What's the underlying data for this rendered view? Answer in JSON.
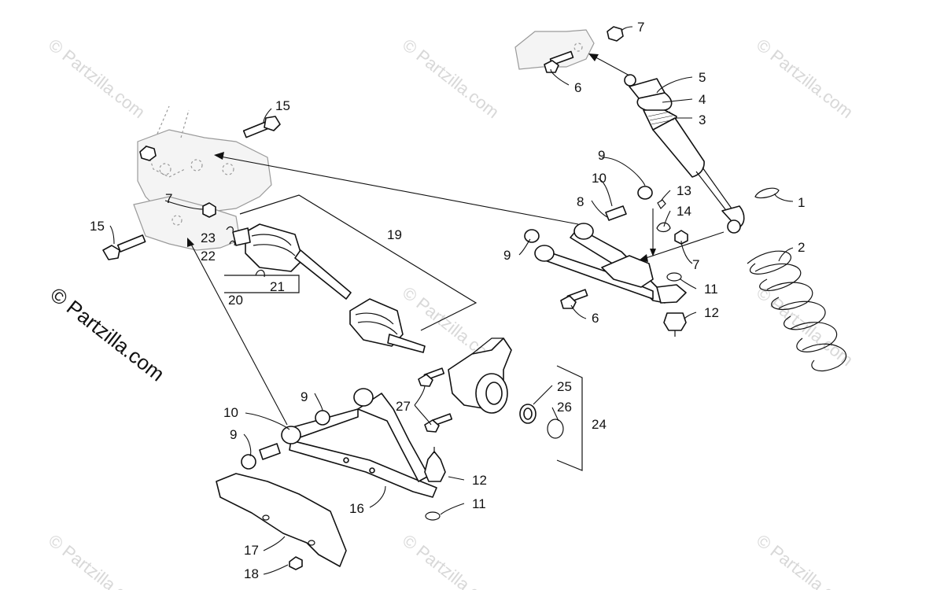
{
  "watermark": {
    "text": "© Partzilla.com"
  },
  "copyright": {
    "text": "© Partzilla.com"
  },
  "callouts": {
    "c1": "1",
    "c2": "2",
    "c3": "3",
    "c4": "4",
    "c5": "5",
    "c6a": "6",
    "c6b": "6",
    "c7a": "7",
    "c7b": "7",
    "c7c": "7",
    "c8": "8",
    "c9a": "9",
    "c9b": "9",
    "c9c": "9",
    "c9d": "9",
    "c10a": "10",
    "c10b": "10",
    "c11a": "11",
    "c11b": "11",
    "c12a": "12",
    "c12b": "12",
    "c13": "13",
    "c14": "14",
    "c15a": "15",
    "c15b": "15",
    "c16": "16",
    "c17": "17",
    "c18": "18",
    "c19": "19",
    "c20": "20",
    "c21": "21",
    "c22": "22",
    "c23": "23",
    "c24": "24",
    "c25": "25",
    "c26": "26",
    "c27": "27"
  }
}
